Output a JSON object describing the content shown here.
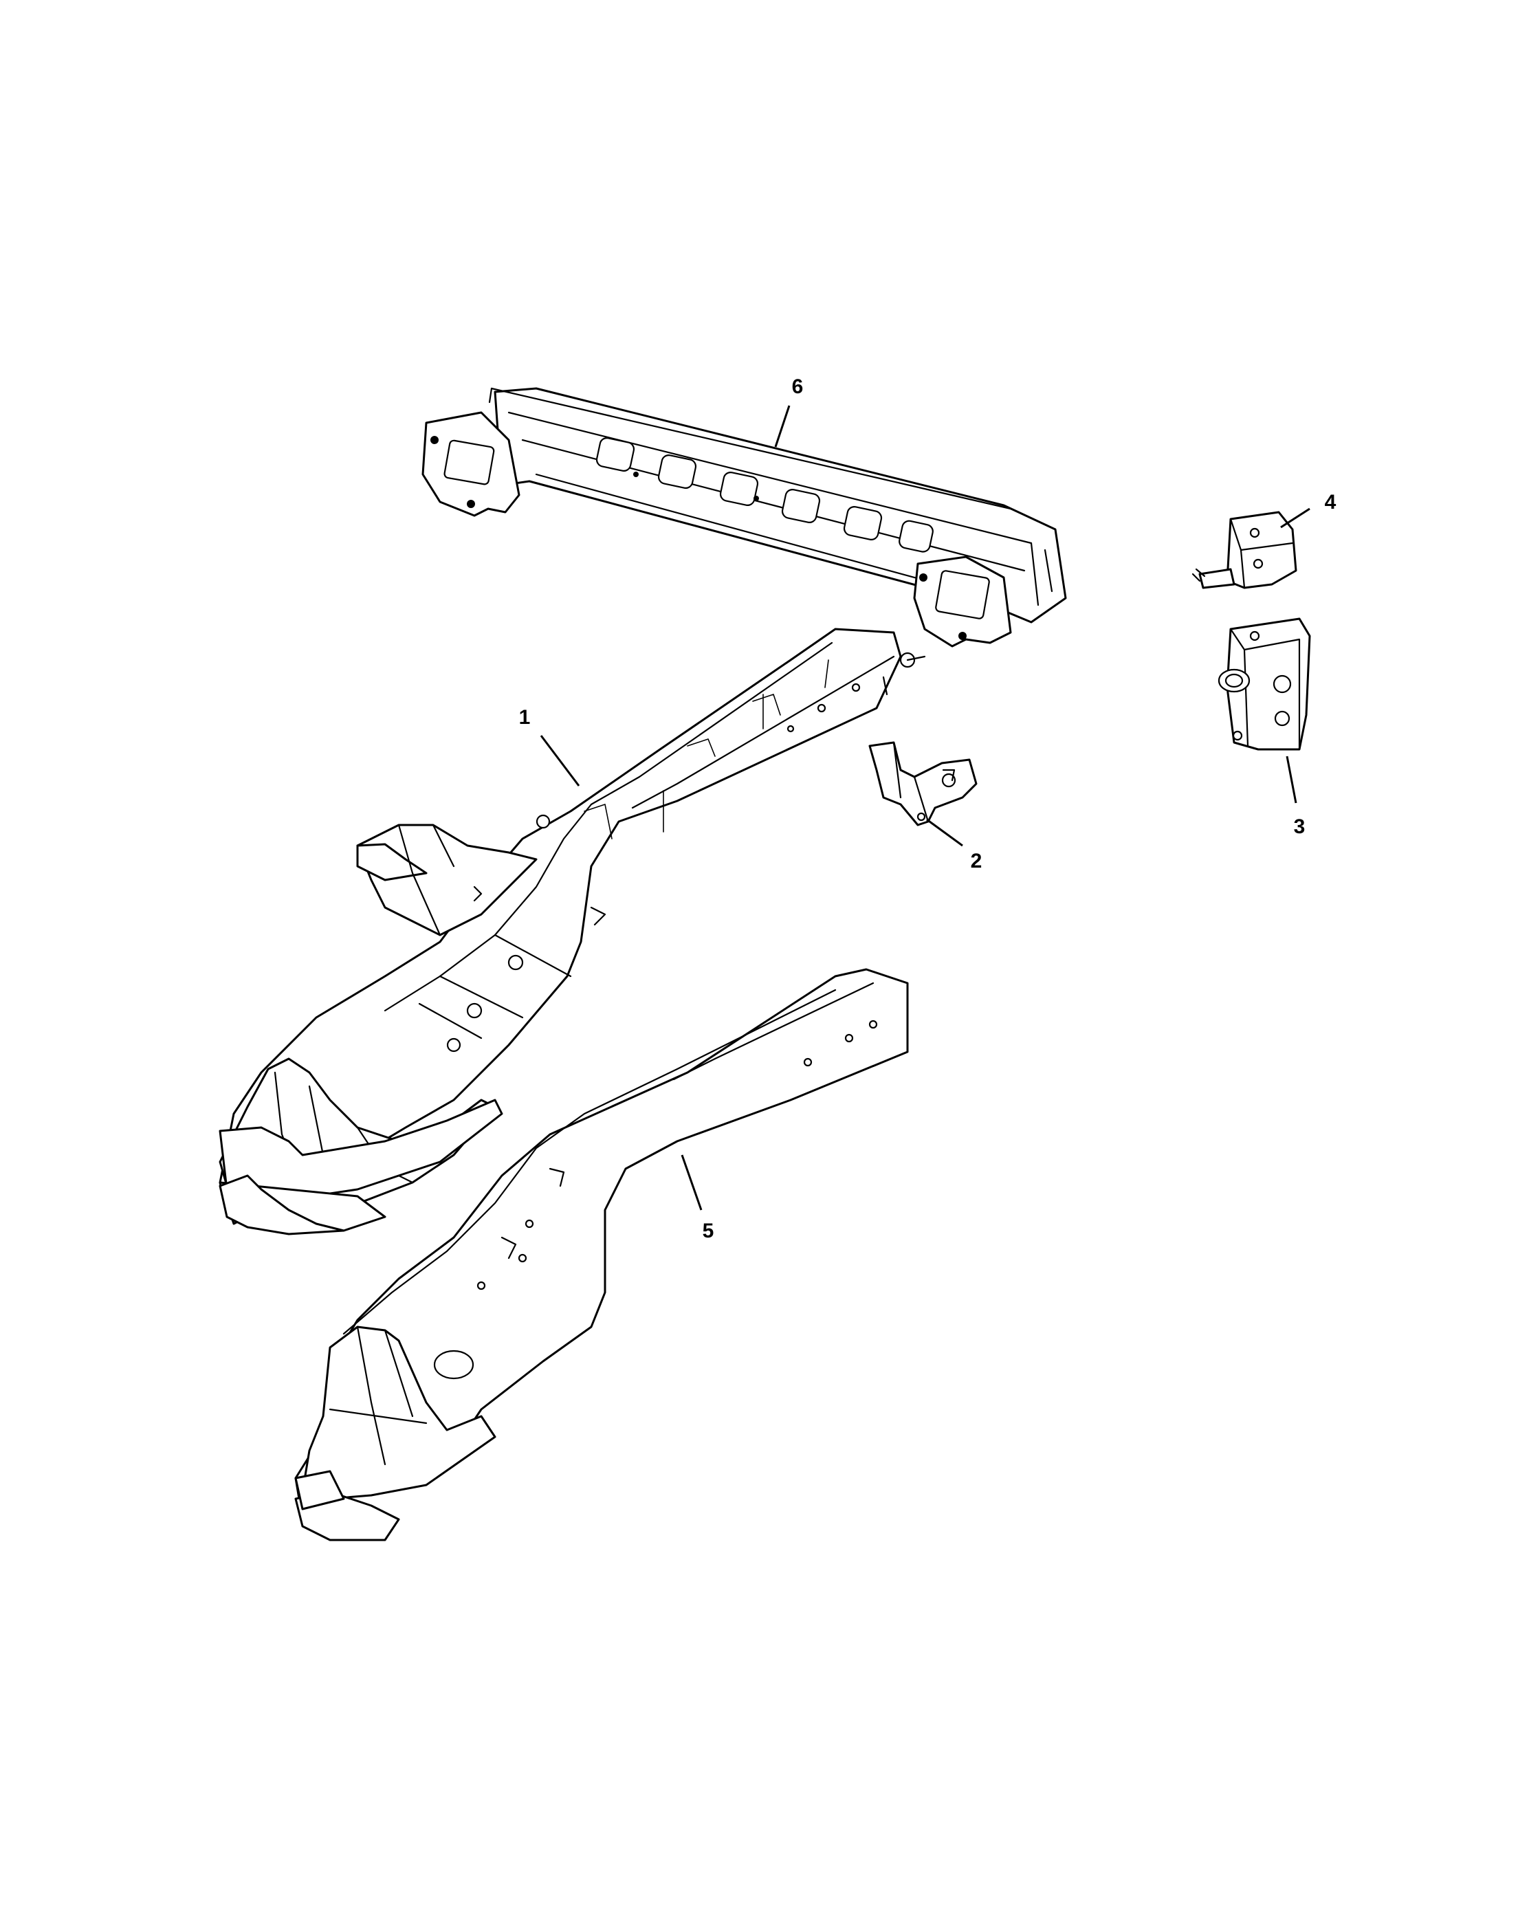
{
  "callouts": [
    {
      "number": "1",
      "part": "frame-rail-left"
    },
    {
      "number": "2",
      "part": "bracket-small"
    },
    {
      "number": "3",
      "part": "mount-bracket"
    },
    {
      "number": "4",
      "part": "bracket-with-clip"
    },
    {
      "number": "5",
      "part": "frame-rail-right"
    },
    {
      "number": "6",
      "part": "rear-crossmember"
    }
  ],
  "colors": {
    "line": "#000000",
    "background": "#ffffff"
  }
}
